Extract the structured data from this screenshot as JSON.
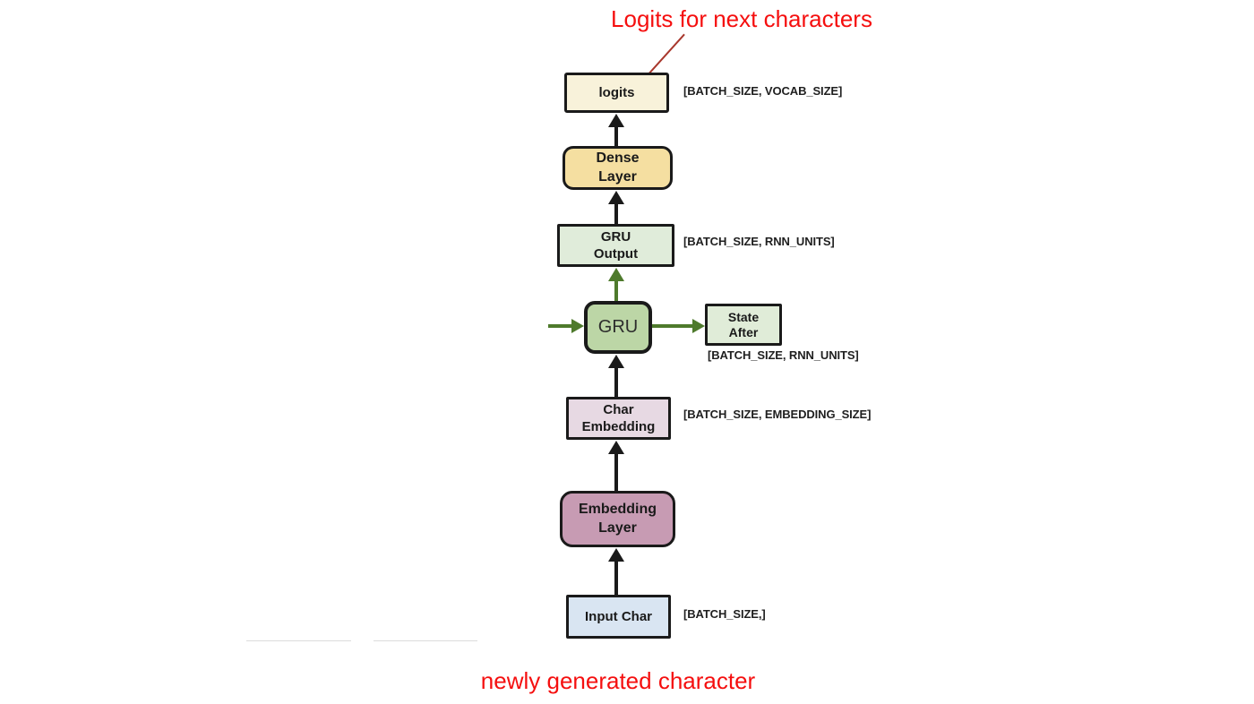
{
  "annotations": {
    "top_label": "Logits for next characters",
    "bottom_label": "newly generated character",
    "annotation_color": "#f50f0f",
    "pointer_line_color": "#a8372c"
  },
  "colors": {
    "arrow_black": "#1a1a1a",
    "arrow_green": "#4e7a2c",
    "box_border": "#1a1a1a",
    "background": "#ffffff",
    "faint_line": "#dcdcdc"
  },
  "boxes": {
    "logits": {
      "label": "logits",
      "dims": "[BATCH_SIZE, VOCAB_SIZE]",
      "fill": "#f8f2da"
    },
    "dense": {
      "label": "Dense\nLayer",
      "fill": "#f5dfa1"
    },
    "gru_output": {
      "label": "GRU\nOutput",
      "dims": "[BATCH_SIZE, RNN_UNITS]",
      "fill": "#e0ecda"
    },
    "gru": {
      "label": "GRU",
      "fill": "#bcd6a6"
    },
    "state_after": {
      "label": "State\nAfter",
      "dims": "[BATCH_SIZE, RNN_UNITS]",
      "fill": "#e0ecd8"
    },
    "char_embedding": {
      "label": "Char\nEmbedding",
      "dims": "[BATCH_SIZE, EMBEDDING_SIZE]",
      "fill": "#e7d9e3"
    },
    "embedding_layer": {
      "label": "Embedding\nLayer",
      "fill": "#c79bb3"
    },
    "input_char": {
      "label": "Input Char",
      "dims": "[BATCH_SIZE,]",
      "fill": "#d9e5f2"
    }
  }
}
